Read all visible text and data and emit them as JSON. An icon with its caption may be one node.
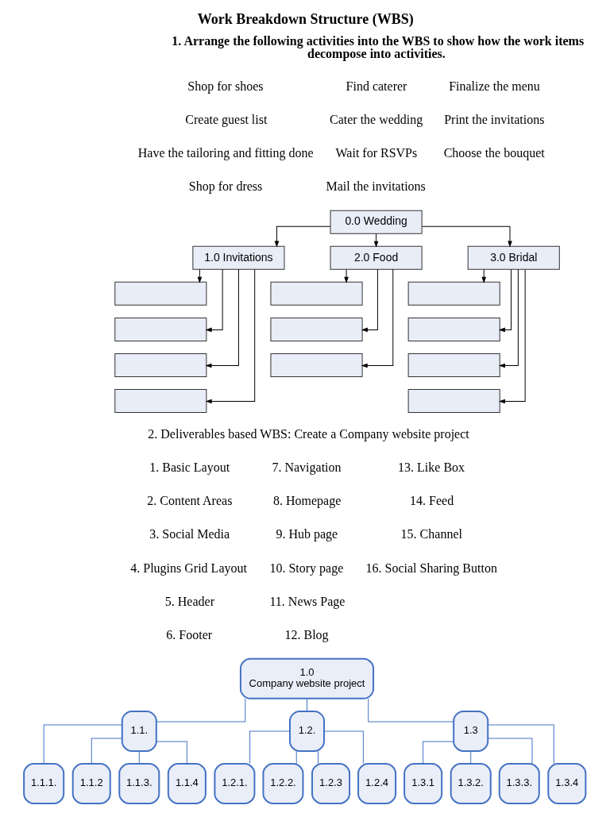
{
  "diagram": {
    "title": "Work Breakdown Structure (WBS)",
    "nodes": [
      {
        "text": [
          "0.0 Wedding"
        ]
      },
      {
        "text": [
          "1.0 Invitations"
        ]
      },
      {
        "text": [
          "2.0 Food"
        ]
      },
      {
        "text": [
          "3.0 Bridal"
        ]
      },
      {
        "text": [],
        "shape": "box"
      },
      {
        "text": [],
        "shape": "box"
      },
      {
        "text": [],
        "shape": "box"
      },
      {
        "text": [],
        "shape": "box"
      },
      {
        "text": [],
        "shape": "box"
      },
      {
        "text": [],
        "shape": "box"
      },
      {
        "text": [],
        "shape": "box"
      },
      {
        "text": [],
        "shape": "box"
      },
      {
        "text": [],
        "shape": "box"
      },
      {
        "text": [],
        "shape": "box"
      },
      {
        "text": [],
        "shape": "box"
      },
      {
        "text": [
          "1.0",
          "Company website project"
        ]
      },
      {
        "text": [
          "1.1."
        ]
      },
      {
        "text": [
          "1.2."
        ]
      },
      {
        "text": [
          "1.3"
        ]
      },
      {
        "text": [
          "1.1.1."
        ]
      },
      {
        "text": [
          "1.1.2"
        ]
      },
      {
        "text": [
          "1.1.3."
        ]
      },
      {
        "text": [
          "1.1.4"
        ]
      },
      {
        "text": [
          "1.2.1."
        ]
      },
      {
        "text": [
          "1.2.2."
        ]
      },
      {
        "text": [
          "1.2.3"
        ]
      },
      {
        "text": [
          "1.2.4"
        ]
      },
      {
        "text": [
          "1.3.1"
        ]
      },
      {
        "text": [
          "1.3.2."
        ]
      },
      {
        "text": [
          "1.3.3."
        ]
      },
      {
        "text": [
          "1.3.4"
        ]
      }
    ],
    "edges": [
      {
        "from": 0,
        "to": 1,
        "arrow": "to",
        "color": "#000000"
      },
      {
        "from": 0,
        "to": 2,
        "arrow": "to",
        "color": "#000000"
      },
      {
        "from": 0,
        "to": 3,
        "arrow": "to",
        "color": "#000000"
      },
      {
        "from": 1,
        "to": 4,
        "arrow": "to",
        "color": "#000000"
      },
      {
        "from": 1,
        "to": 5,
        "arrow": "to",
        "color": "#000000"
      },
      {
        "from": 1,
        "to": 6,
        "arrow": "to",
        "color": "#000000"
      },
      {
        "from": 1,
        "to": 7,
        "arrow": "to",
        "color": "#000000"
      },
      {
        "from": 2,
        "to": 8,
        "arrow": "to",
        "color": "#000000"
      },
      {
        "from": 2,
        "to": 9,
        "arrow": "to",
        "color": "#000000"
      },
      {
        "from": 2,
        "to": 10,
        "arrow": "to",
        "color": "#000000"
      },
      {
        "from": 3,
        "to": 11,
        "arrow": "to",
        "color": "#000000"
      },
      {
        "from": 3,
        "to": 12,
        "arrow": "to",
        "color": "#000000"
      },
      {
        "from": 3,
        "to": 13,
        "arrow": "to",
        "color": "#000000"
      },
      {
        "from": 3,
        "to": 14,
        "arrow": "to",
        "color": "#000000"
      },
      {
        "from": 15,
        "to": 16,
        "arrow": "none"
      },
      {
        "from": 15,
        "to": 17,
        "arrow": "none"
      },
      {
        "from": 15,
        "to": 18,
        "arrow": "none"
      },
      {
        "from": 16,
        "to": 19,
        "arrow": "none"
      },
      {
        "from": 16,
        "to": 20,
        "arrow": "none"
      },
      {
        "from": 16,
        "to": 21,
        "arrow": "none"
      },
      {
        "from": 16,
        "to": 22,
        "arrow": "none"
      },
      {
        "from": 17,
        "to": 23,
        "arrow": "none"
      },
      {
        "from": 17,
        "to": 24,
        "arrow": "none"
      },
      {
        "from": 17,
        "to": 25,
        "arrow": "none"
      },
      {
        "from": 17,
        "to": 26,
        "arrow": "none"
      },
      {
        "from": 18,
        "to": 27,
        "arrow": "none"
      },
      {
        "from": 18,
        "to": 28,
        "arrow": "none"
      },
      {
        "from": 18,
        "to": 29,
        "arrow": "none"
      },
      {
        "from": 18,
        "to": 30,
        "arrow": "none"
      }
    ],
    "labels": [
      "1. Arrange the following activities into the WBS to show how the work items decompose into activities.",
      "Shop for shoes",
      "Create guest list",
      "Have the tailoring and fitting done",
      "Shop for dress",
      "Find caterer",
      "Cater the wedding",
      "Wait for RSVPs",
      "Mail the invitations",
      "Finalize the menu",
      "Print the invitations",
      "Choose the bouquet",
      "2. Deliverables based WBS: Create a Company website project",
      "1. Basic Layout",
      "2. Content Areas",
      "3. Social Media",
      "4. Plugins Grid Layout",
      "5. Header",
      "6. Footer",
      "7. Navigation",
      "8. Homepage",
      "9. Hub page",
      "10. Story page",
      "11. News Page",
      "12. Blog",
      "13. Like Box",
      "14. Feed",
      "15. Channel",
      "16. Social Sharing Button"
    ]
  }
}
